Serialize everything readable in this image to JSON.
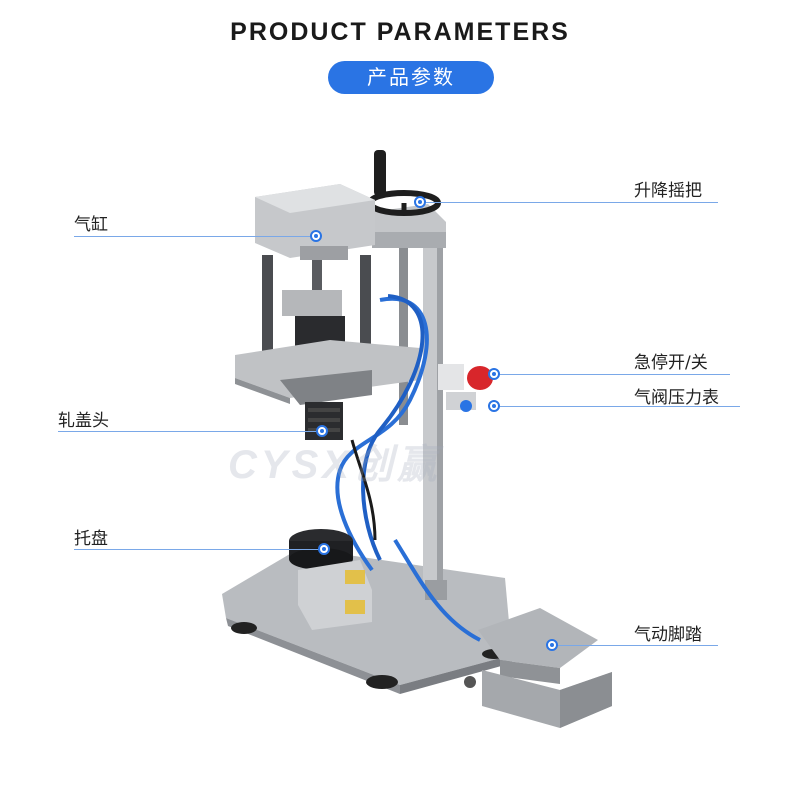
{
  "header": {
    "title_en": "PRODUCT PARAMETERS",
    "title_cn": "产品参数"
  },
  "watermark": "CYSX创赢",
  "labels": {
    "cylinder": "气缸",
    "hand_crank": "升降摇把",
    "emergency_stop": "急停开/关",
    "valve_gauge": "气阀压力表",
    "capping_head": "轧盖头",
    "tray": "托盘",
    "foot_pedal": "气动脚踏"
  },
  "colors": {
    "accent": "#2a74e4",
    "line": "#7aa8e8",
    "emergency": "#d8262b"
  }
}
